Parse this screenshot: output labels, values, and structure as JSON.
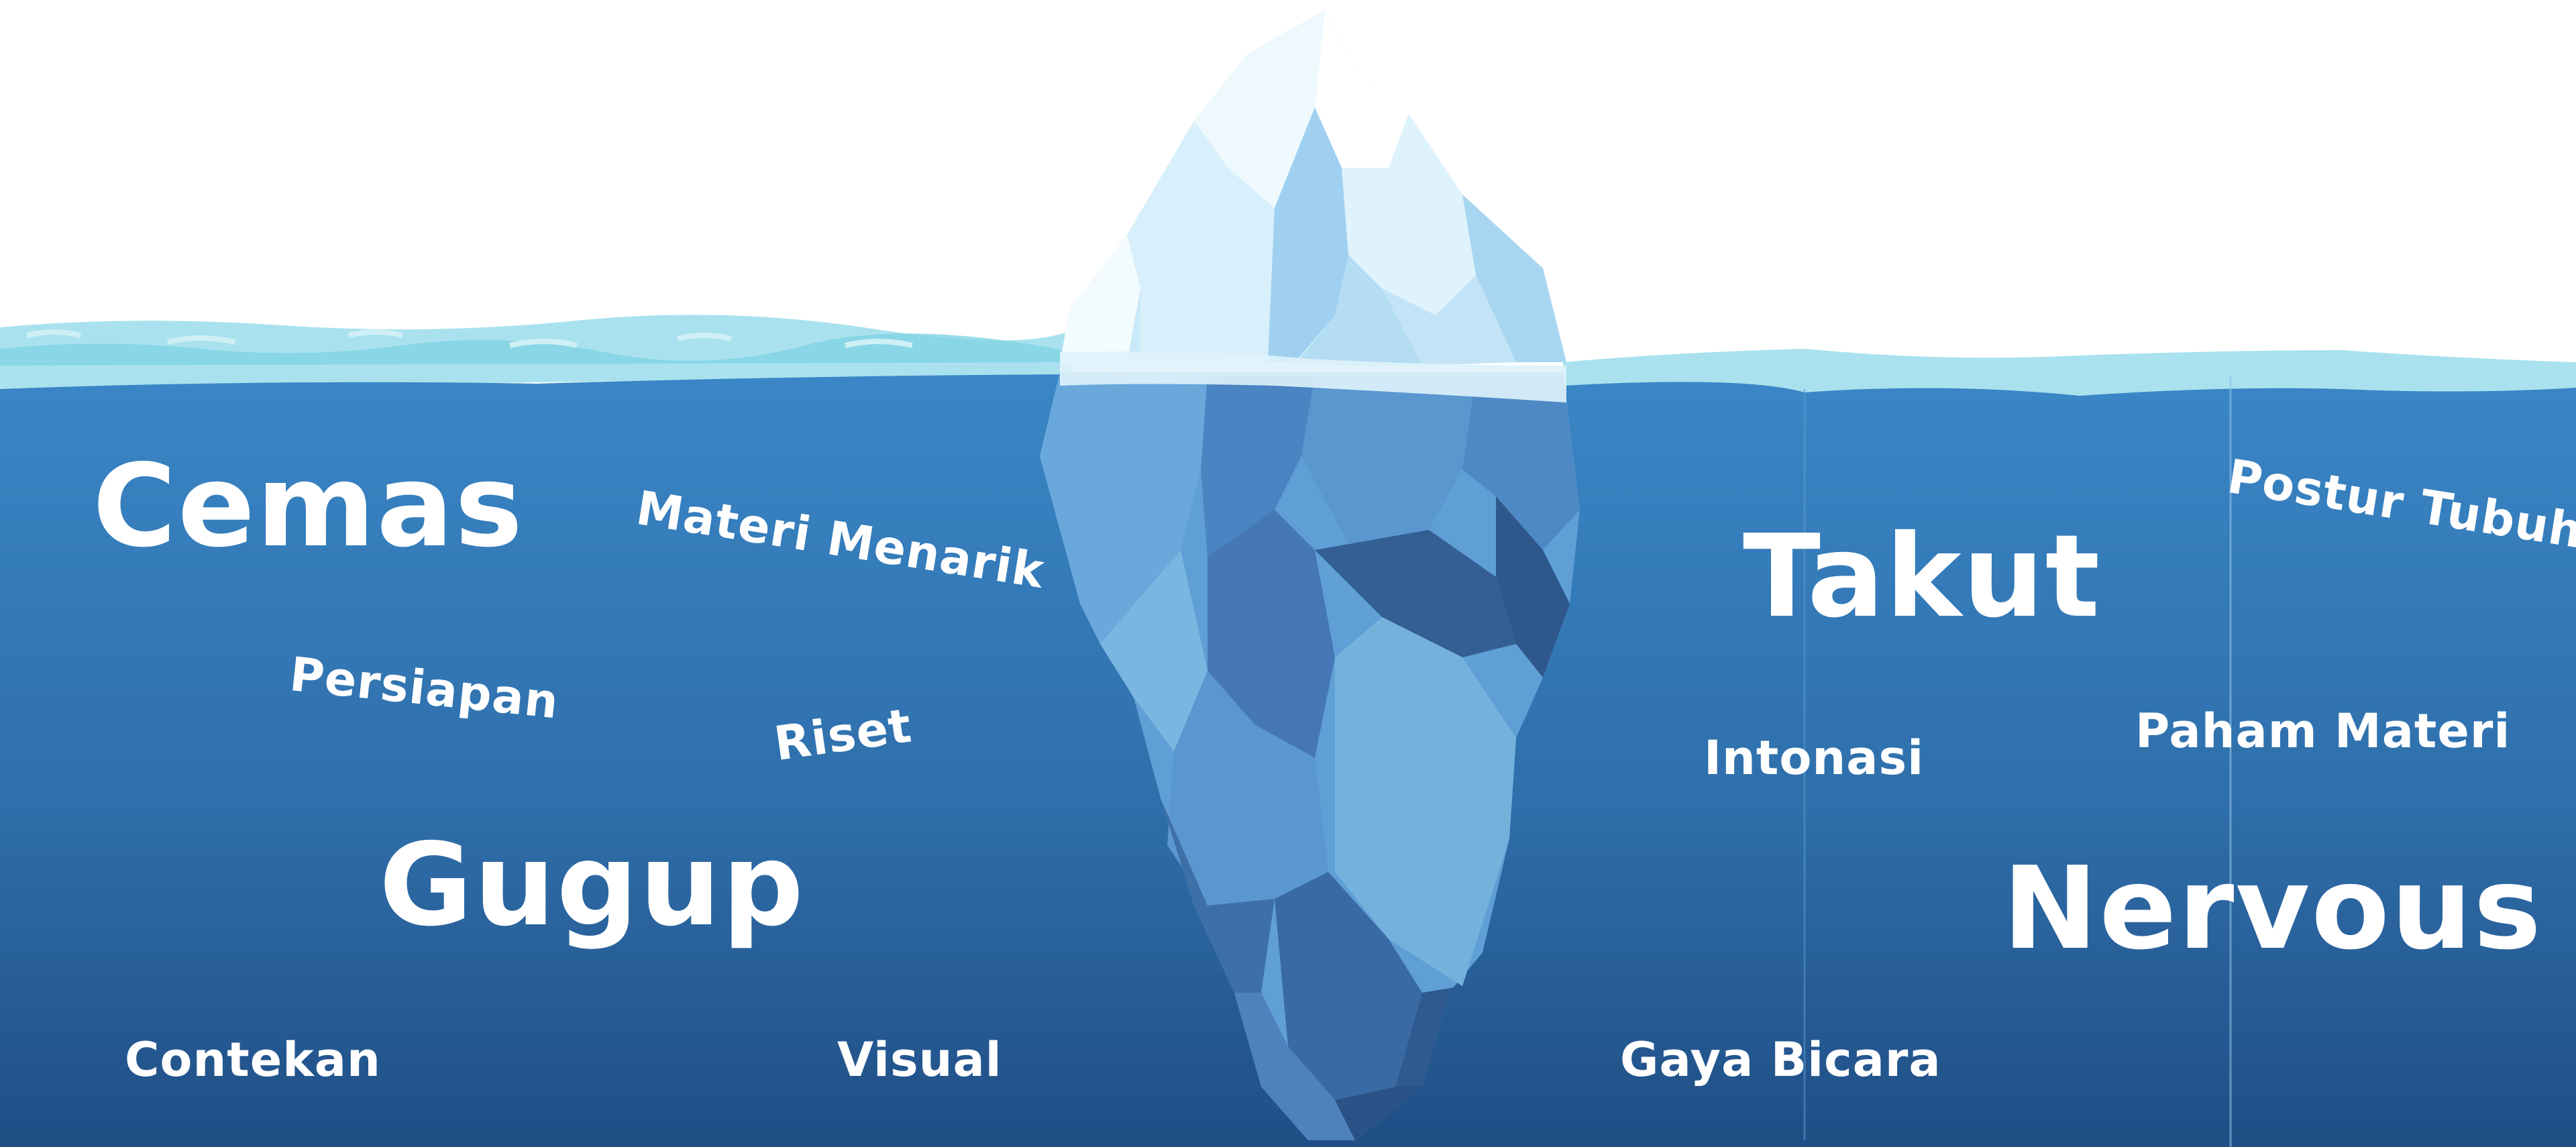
{
  "colors": {
    "sky": "#ffffff",
    "water_top": "#3a86c6",
    "water_bottom": "#204e85",
    "surface_foam": "#a9e2ee",
    "surface_foam_dark": "#6ccfe1",
    "ice_light": "#e6f5fc",
    "ice_mid": "#9fd0ef",
    "ice_under": "#5f9fd6",
    "ice_under_dark": "#3f6ea6",
    "text": "#ffffff"
  },
  "words": {
    "cemas": "Cemas",
    "materi_menarik": "Materi Menarik",
    "persiapan": "Persiapan",
    "riset": "Riset",
    "gugup": "Gugup",
    "contekan": "Contekan",
    "visual": "Visual",
    "takut": "Takut",
    "postur_tubuh": "Postur Tubuh",
    "intonasi": "Intonasi",
    "paham_materi": "Paham Materi",
    "nervous": "Nervous",
    "gaya_bicara": "Gaya Bicara"
  }
}
